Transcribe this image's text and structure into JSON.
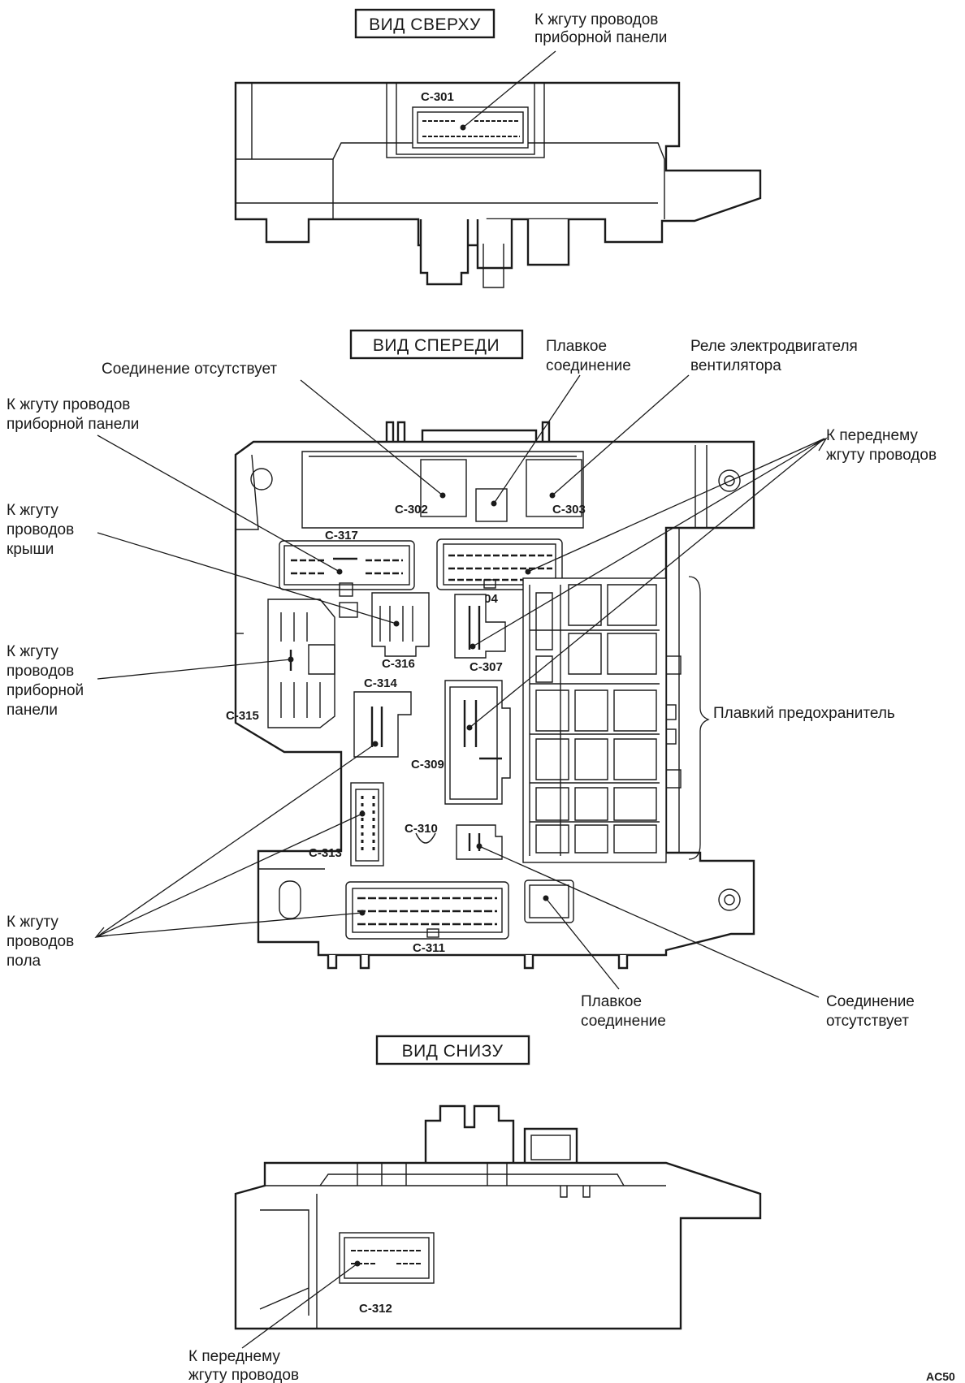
{
  "views": {
    "top": "ВИД СВЕРХУ",
    "front": "ВИД СПЕРЕДИ",
    "bottom": "ВИД СНИЗУ"
  },
  "connectors": {
    "c301": "C-301",
    "c302": "C-302",
    "c303": "C-303",
    "c304": "C-304",
    "c307": "C-307",
    "c309": "C-309",
    "c310": "C-310",
    "c311": "C-311",
    "c312": "C-312",
    "c313": "C-313",
    "c314": "C-314",
    "c315": "C-315",
    "c316": "C-316",
    "c317": "C-317"
  },
  "labels": {
    "top_harness": [
      "К жгуту проводов",
      "приборной панели"
    ],
    "no_connection_top": [
      "Соединение отсутствует"
    ],
    "fusible_link_top": [
      "Плавкое",
      "соединение"
    ],
    "blower_relay": [
      "Реле электродвигателя",
      "вентилятора"
    ],
    "ip_harness_1": [
      "К жгуту проводов",
      "приборной панели"
    ],
    "front_harness": [
      "К переднему",
      "жгуту проводов"
    ],
    "roof_harness": [
      "К жгуту",
      "проводов",
      "крыши"
    ],
    "ip_harness_2": [
      "К жгуту",
      "проводов",
      "приборной",
      "панели"
    ],
    "fuse": [
      "Плавкий предохранитель"
    ],
    "floor_harness": [
      "К жгуту",
      "проводов",
      "пола"
    ],
    "fusible_link_bottom": [
      "Плавкое",
      "соединение"
    ],
    "no_connection_bottom": [
      "Соединение",
      "отсутствует"
    ],
    "bottom_harness": [
      "К переднему",
      "жгуту проводов"
    ]
  },
  "figure_code": "AC50"
}
